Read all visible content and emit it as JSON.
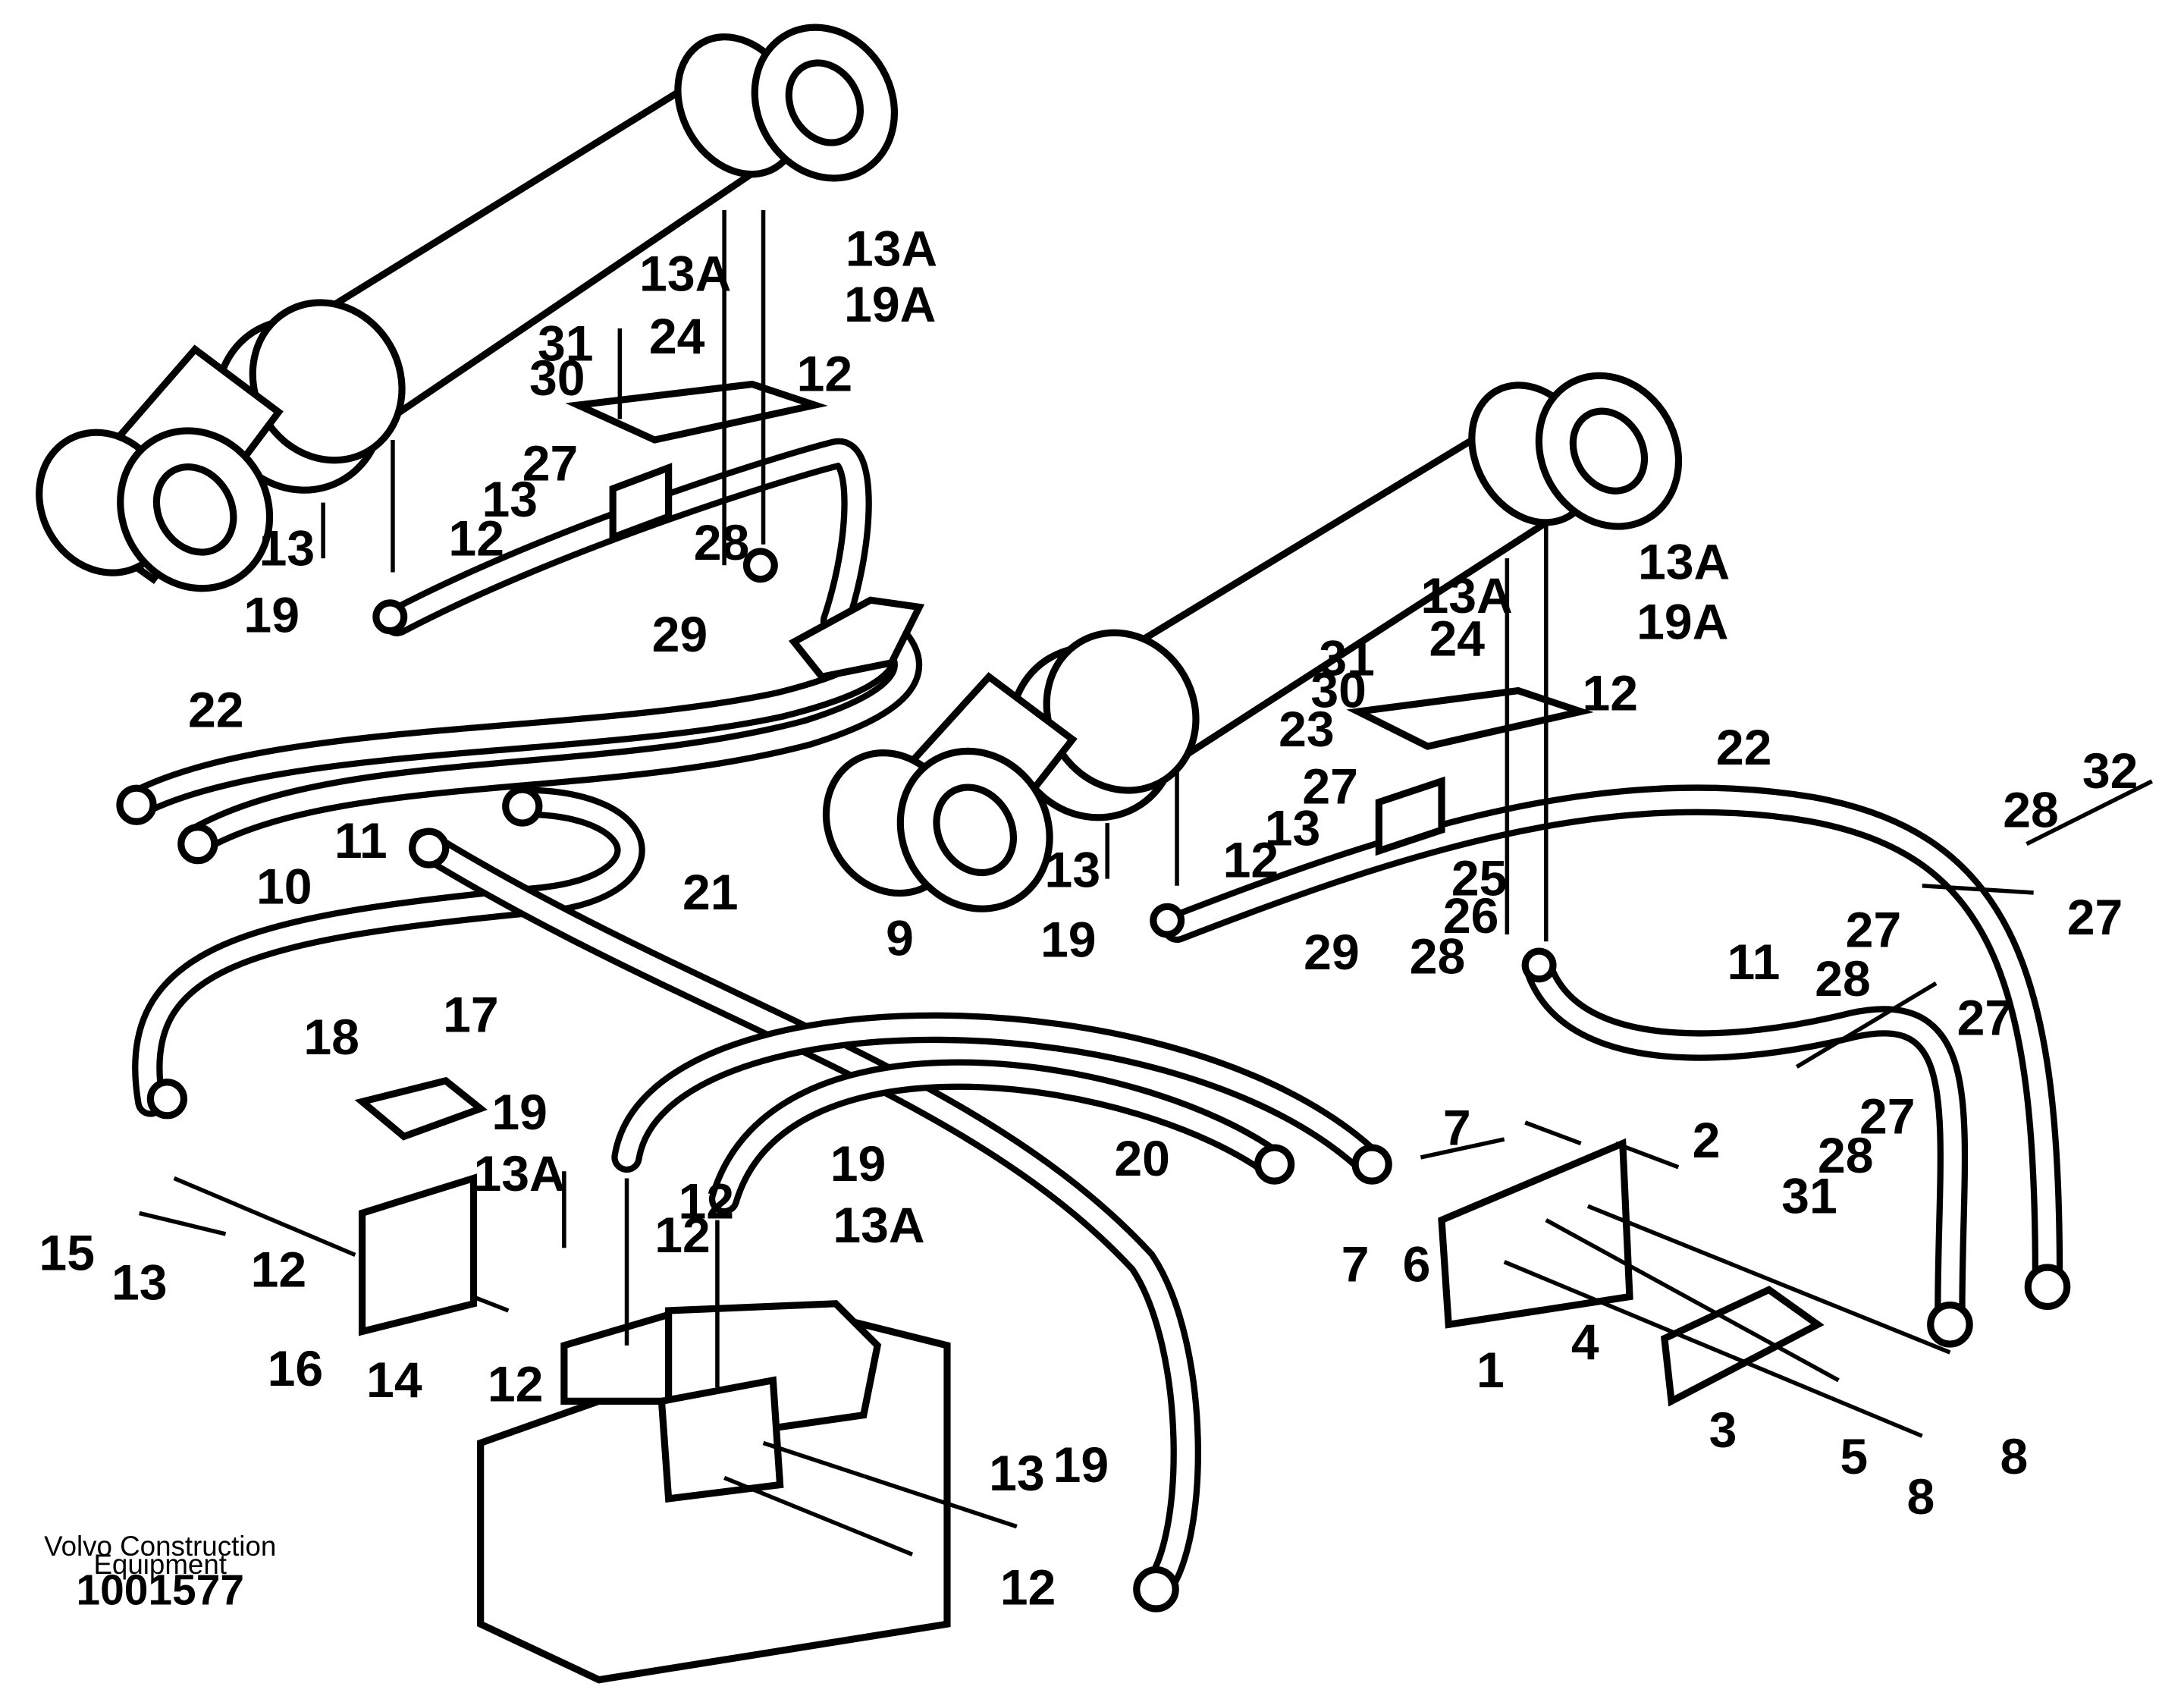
{
  "credit": {
    "line1": "Volvo Construction",
    "line2": "Equipment",
    "doc_number": "1001577"
  },
  "callouts": {
    "c1": "1",
    "c2": "2",
    "c3": "3",
    "c4": "4",
    "c5": "5",
    "c6": "6",
    "c7": "7",
    "c8": "8",
    "c9": "9",
    "c10": "10",
    "c11": "11",
    "c12": "12",
    "c13": "13",
    "c13A": "13A",
    "c14": "14",
    "c15": "15",
    "c16": "16",
    "c17": "17",
    "c18": "18",
    "c19": "19",
    "c19A": "19A",
    "c20": "20",
    "c21": "21",
    "c22": "22",
    "c23": "23",
    "c24": "24",
    "c25": "25",
    "c26": "26",
    "c27": "27",
    "c28": "28",
    "c29": "29",
    "c30": "30",
    "c31": "31",
    "c32": "32"
  }
}
